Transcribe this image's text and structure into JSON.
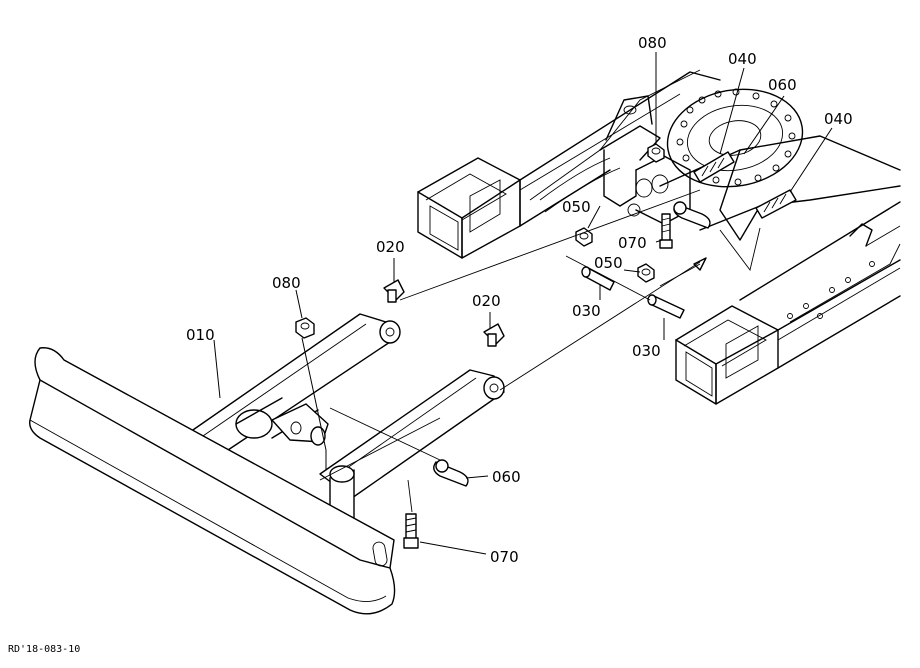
{
  "diagram": {
    "reference_code": "RD'18-083-10",
    "labels": [
      {
        "id": "label-010-blade",
        "text": "010"
      },
      {
        "id": "label-020-left",
        "text": "020"
      },
      {
        "id": "label-020-right",
        "text": "020"
      },
      {
        "id": "label-030-left",
        "text": "030"
      },
      {
        "id": "label-030-right",
        "text": "030"
      },
      {
        "id": "label-040-top",
        "text": "040"
      },
      {
        "id": "label-040-right",
        "text": "040"
      },
      {
        "id": "label-050-left",
        "text": "050"
      },
      {
        "id": "label-050-right",
        "text": "050"
      },
      {
        "id": "label-060-top",
        "text": "060"
      },
      {
        "id": "label-060-bottom",
        "text": "060"
      },
      {
        "id": "label-070-bottom",
        "text": "070"
      },
      {
        "id": "label-070-mid",
        "text": "070"
      },
      {
        "id": "label-080-left",
        "text": "080"
      },
      {
        "id": "label-080-top",
        "text": "080"
      }
    ]
  }
}
